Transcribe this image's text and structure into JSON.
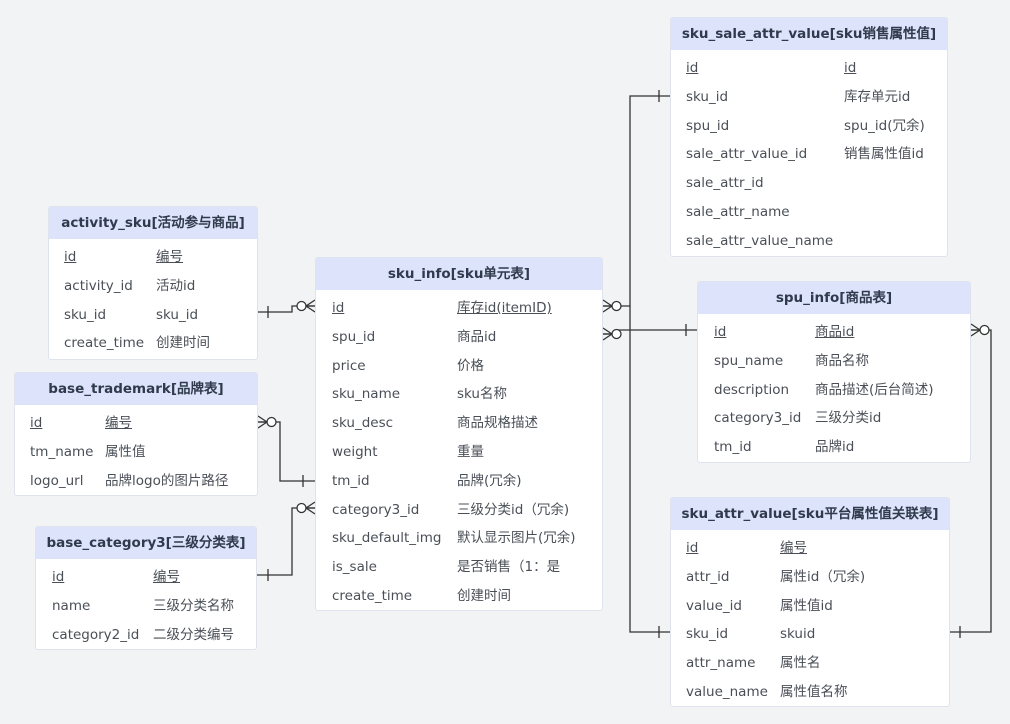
{
  "colors": {
    "background": "#f1f3f4",
    "header": "#dde3fb",
    "line": "#333333",
    "text": "#4a4f57"
  },
  "entities": {
    "sku_sale_attr_value": {
      "title": "sku_sale_attr_value[sku销售属性值]",
      "rows": [
        {
          "field": "id",
          "desc": "id",
          "pk": true
        },
        {
          "field": "sku_id",
          "desc": "库存单元id"
        },
        {
          "field": "spu_id",
          "desc": "spu_id(冗余)"
        },
        {
          "field": "sale_attr_value_id",
          "desc": "销售属性值id"
        },
        {
          "field": "sale_attr_id",
          "desc": ""
        },
        {
          "field": "sale_attr_name",
          "desc": ""
        },
        {
          "field": "sale_attr_value_name",
          "desc": ""
        }
      ]
    },
    "activity_sku": {
      "title": "activity_sku[活动参与商品]",
      "rows": [
        {
          "field": "id",
          "desc": "编号",
          "pk": true
        },
        {
          "field": "activity_id",
          "desc": "活动id"
        },
        {
          "field": "sku_id",
          "desc": "sku_id"
        },
        {
          "field": "create_time",
          "desc": "创建时间"
        }
      ]
    },
    "sku_info": {
      "title": "sku_info[sku单元表]",
      "rows": [
        {
          "field": "id",
          "desc": "库存id(itemID)",
          "pk": true
        },
        {
          "field": "spu_id",
          "desc": "商品id"
        },
        {
          "field": "price",
          "desc": "价格"
        },
        {
          "field": "sku_name",
          "desc": "sku名称"
        },
        {
          "field": "sku_desc",
          "desc": "商品规格描述"
        },
        {
          "field": "weight",
          "desc": "重量"
        },
        {
          "field": "tm_id",
          "desc": "品牌(冗余)"
        },
        {
          "field": "category3_id",
          "desc": "三级分类id（冗余)"
        },
        {
          "field": "sku_default_img",
          "desc": "默认显示图片(冗余)"
        },
        {
          "field": "is_sale",
          "desc": "是否销售（1：是"
        },
        {
          "field": "create_time",
          "desc": "创建时间"
        }
      ]
    },
    "spu_info": {
      "title": "spu_info[商品表]",
      "rows": [
        {
          "field": "id",
          "desc": "商品id",
          "pk": true
        },
        {
          "field": "spu_name",
          "desc": "商品名称"
        },
        {
          "field": "description",
          "desc": "商品描述(后台简述)"
        },
        {
          "field": "category3_id",
          "desc": "三级分类id"
        },
        {
          "field": "tm_id",
          "desc": "品牌id"
        }
      ]
    },
    "base_trademark": {
      "title": "base_trademark[品牌表]",
      "rows": [
        {
          "field": "id",
          "desc": "编号",
          "pk": true
        },
        {
          "field": "tm_name",
          "desc": "属性值"
        },
        {
          "field": "logo_url",
          "desc": "品牌logo的图片路径"
        }
      ]
    },
    "base_category3": {
      "title": "base_category3[三级分类表]",
      "rows": [
        {
          "field": "id",
          "desc": "编号",
          "pk": true
        },
        {
          "field": "name",
          "desc": "三级分类名称"
        },
        {
          "field": "category2_id",
          "desc": "二级分类编号"
        }
      ]
    },
    "sku_attr_value": {
      "title": "sku_attr_value[sku平台属性值关联表]",
      "rows": [
        {
          "field": "id",
          "desc": "编号",
          "pk": true
        },
        {
          "field": "attr_id",
          "desc": "属性id（冗余)"
        },
        {
          "field": "value_id",
          "desc": "属性值id"
        },
        {
          "field": "sku_id",
          "desc": "skuid"
        },
        {
          "field": "attr_name",
          "desc": "属性名"
        },
        {
          "field": "value_name",
          "desc": "属性值名称"
        }
      ]
    }
  }
}
